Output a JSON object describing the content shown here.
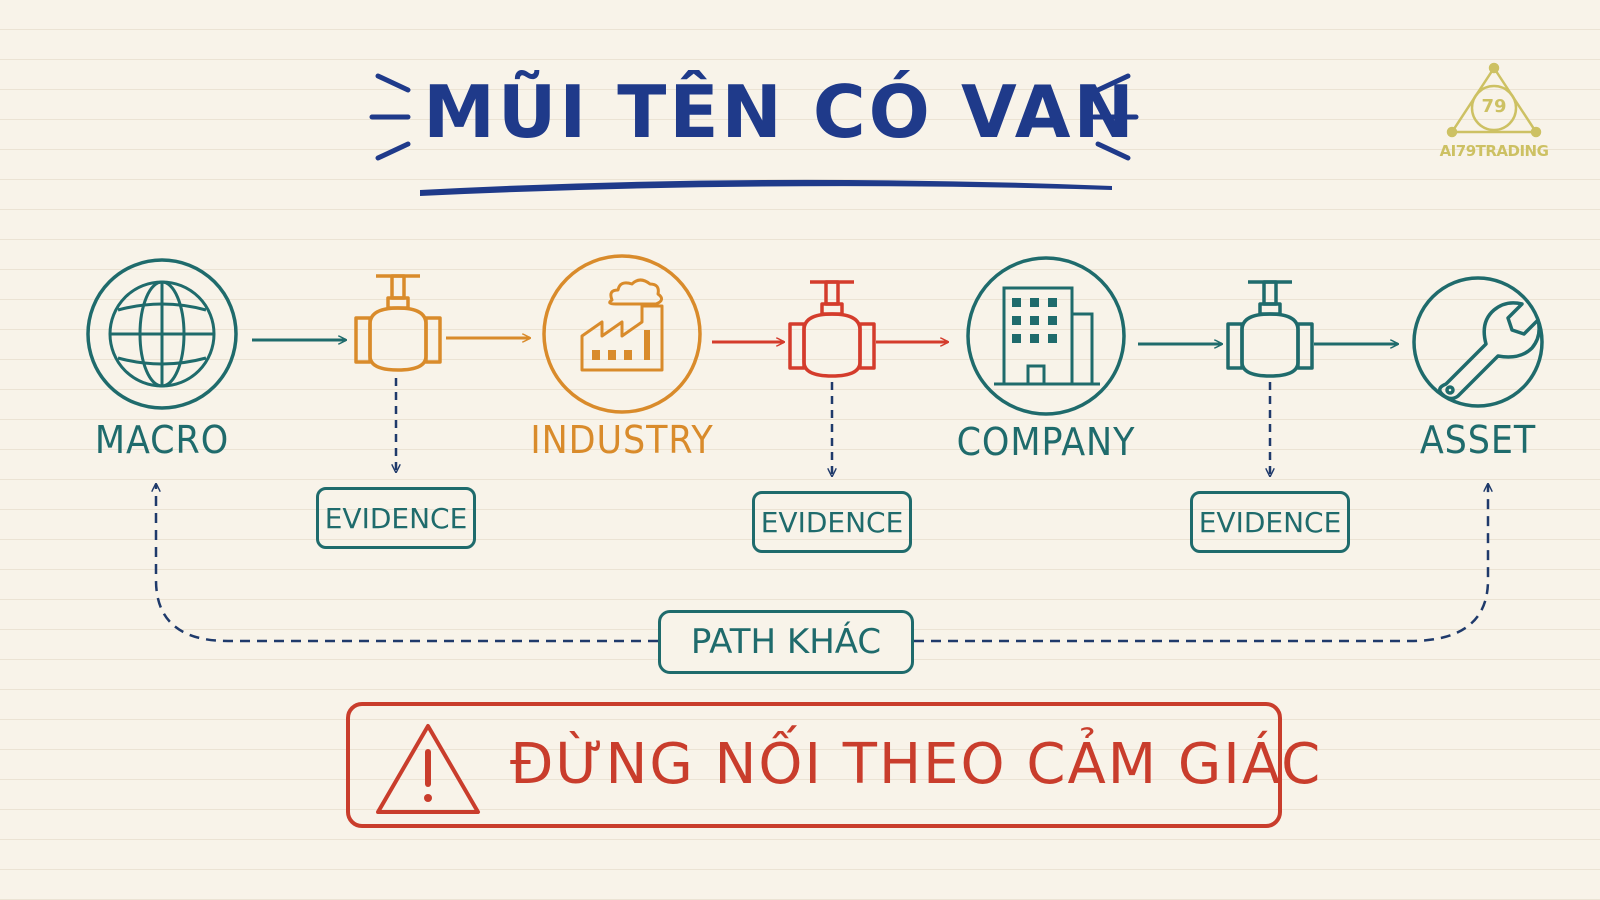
{
  "title": "MŨI TÊN CÓ VAN",
  "nodes": [
    {
      "label": "MACRO",
      "color": "#1f6b6c",
      "icon": "globe-icon"
    },
    {
      "label": "INDUSTRY",
      "color": "#d98b2b",
      "icon": "factory-icon"
    },
    {
      "label": "COMPANY",
      "color": "#1f6b6c",
      "icon": "building-icon"
    },
    {
      "label": "ASSET",
      "color": "#1f6b6c",
      "icon": "wrench-icon"
    }
  ],
  "valves": [
    {
      "color": "#d98b2b",
      "icon": "valve-icon",
      "evidence_label": "EVIDENCE"
    },
    {
      "color": "#d43c2c",
      "icon": "valve-icon",
      "evidence_label": "EVIDENCE"
    },
    {
      "color": "#1f6b6c",
      "icon": "valve-icon",
      "evidence_label": "EVIDENCE"
    }
  ],
  "alternate_path": {
    "label": "PATH KHÁC"
  },
  "warning": {
    "text": "ĐỪNG NỐI THEO CẢM GIÁC",
    "icon": "warning-triangle-icon",
    "color": "#c93d2c"
  },
  "logo": {
    "inner": "79",
    "text": "AI79TRADING"
  },
  "colors": {
    "title": "#1f3a8a",
    "teal": "#1f6b6c",
    "orange": "#d98b2b",
    "red": "#d43c2c",
    "dashed": "#1f3a6b"
  }
}
